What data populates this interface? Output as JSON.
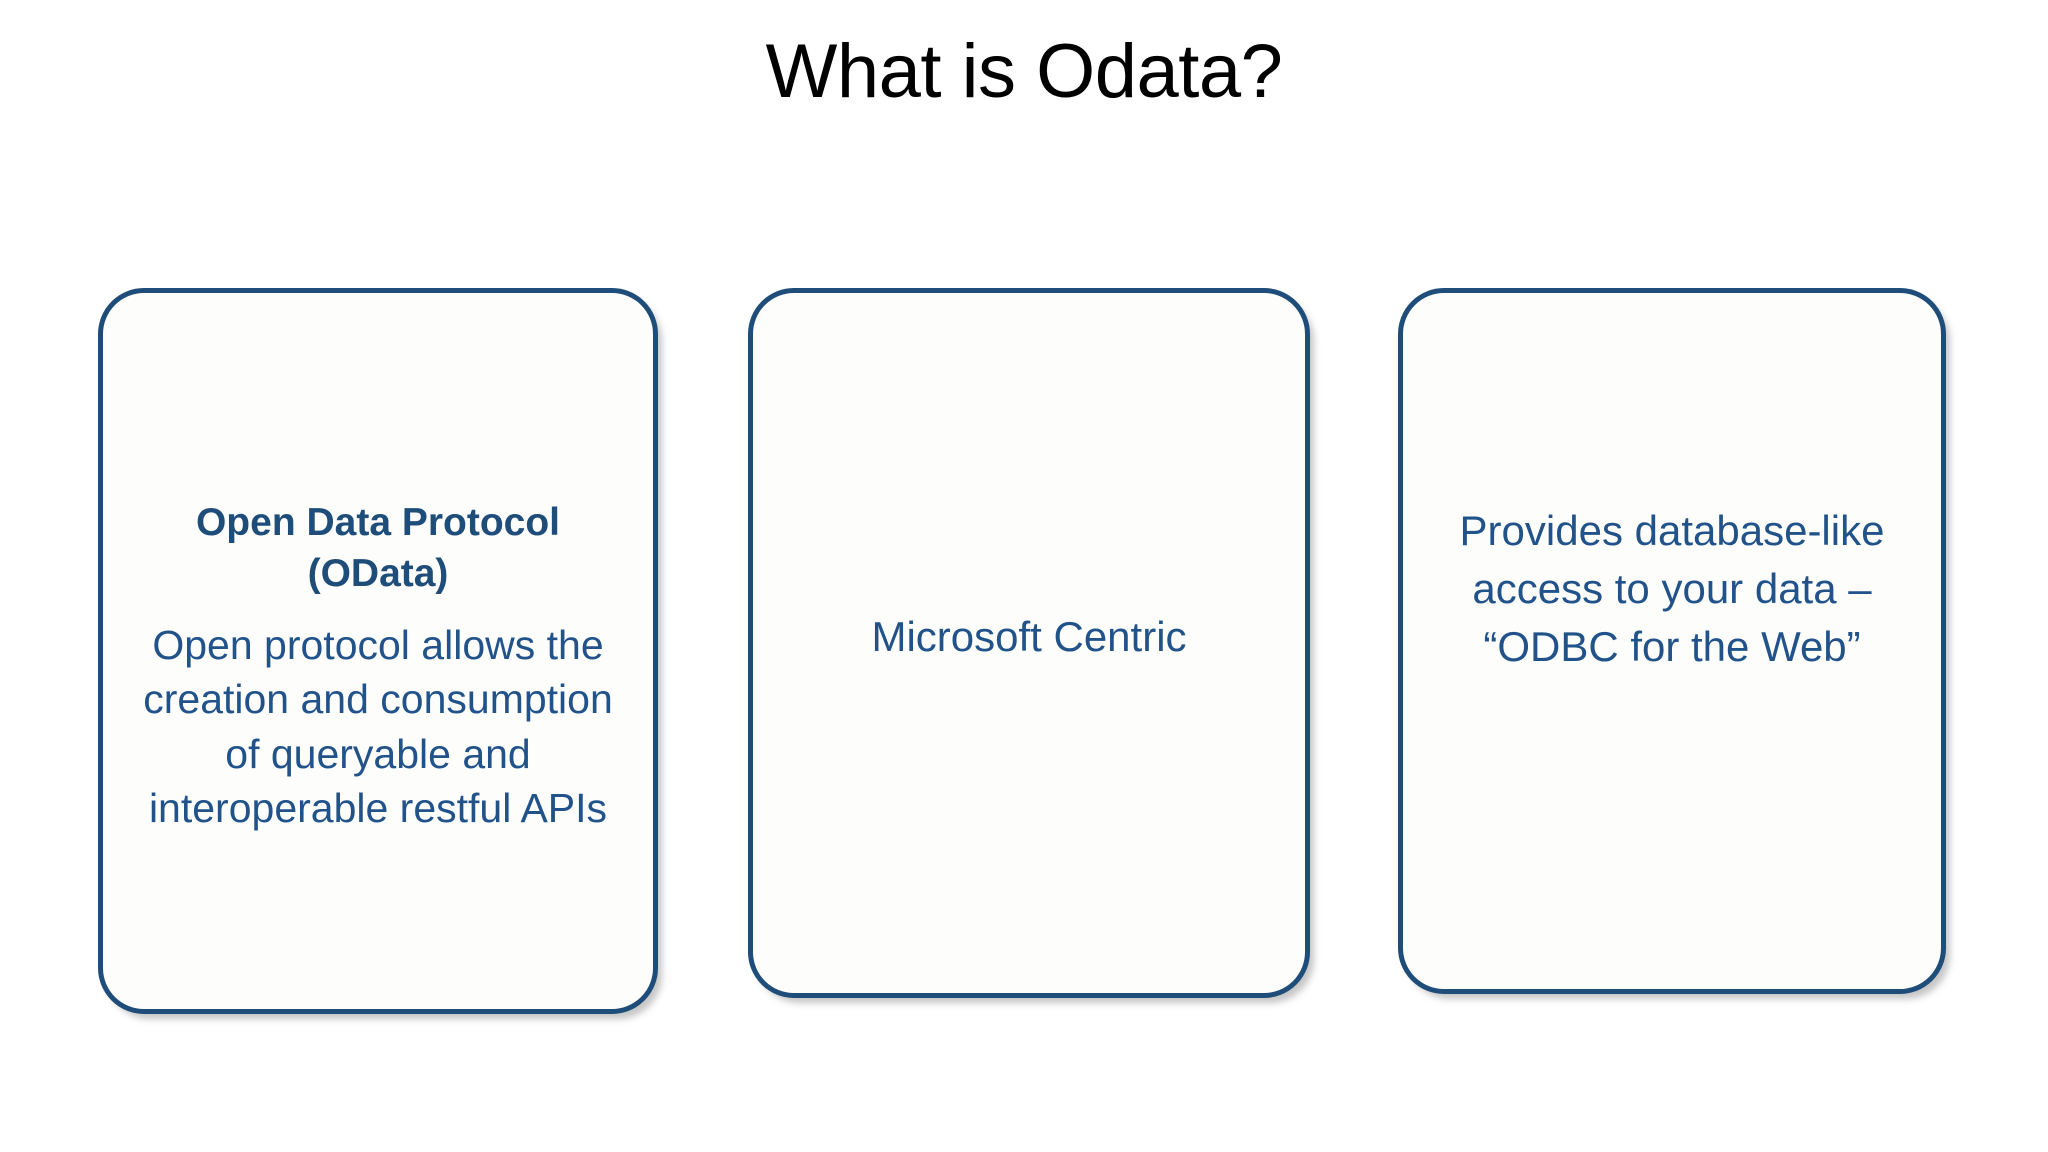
{
  "slide": {
    "title": "What is Odata?",
    "background_color": "#FFFFFF",
    "title_color": "#000000",
    "accent_color": "#1F4D7A",
    "body_text_color": "#21538A"
  },
  "cards": [
    {
      "id": "open-data-protocol",
      "heading": "Open Data Protocol (OData)",
      "heading_bold": true,
      "body": "Open protocol allows the creation and consumption of queryable and interoperable restful APIs"
    },
    {
      "id": "microsoft-centric",
      "heading": "",
      "heading_bold": false,
      "body": "Microsoft Centric"
    },
    {
      "id": "odbc-for-the-web",
      "heading": "",
      "heading_bold": false,
      "body": "Provides database-like access to your data – “ODBC for the Web”"
    }
  ]
}
